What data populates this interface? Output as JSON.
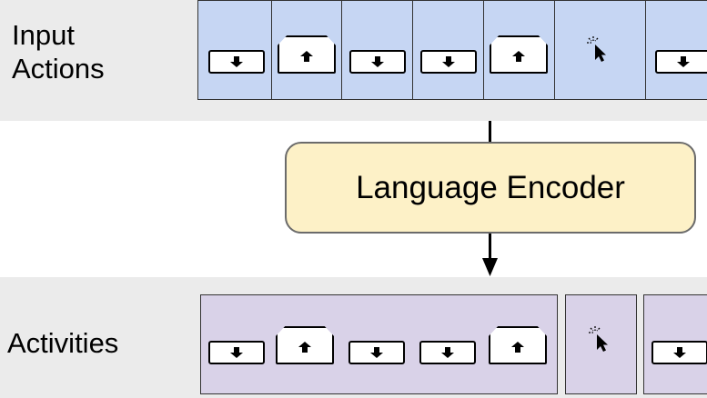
{
  "rows": {
    "input": {
      "label_line1": "Input",
      "label_line2": "Actions",
      "cells": [
        "key-down",
        "key-up",
        "key-down",
        "key-down",
        "key-up",
        "mouse-click",
        "key-down"
      ]
    },
    "activities": {
      "label": "Activities",
      "groups": [
        [
          "key-down",
          "key-up",
          "key-down",
          "key-down",
          "key-up"
        ],
        [
          "mouse-click"
        ],
        [
          "key-down"
        ]
      ]
    }
  },
  "encoder": {
    "label": "Language Encoder"
  },
  "colors": {
    "input_cell": "#c6d6f3",
    "activity_cell": "#d9d2e8",
    "band": "#ebebeb",
    "encoder_fill": "#fdf1c7",
    "encoder_border": "#6b6b6b"
  },
  "icons": {
    "key_down": "down-arrow-key",
    "key_up": "up-arrow-key",
    "mouse_click": "mouse-click-cursor"
  }
}
